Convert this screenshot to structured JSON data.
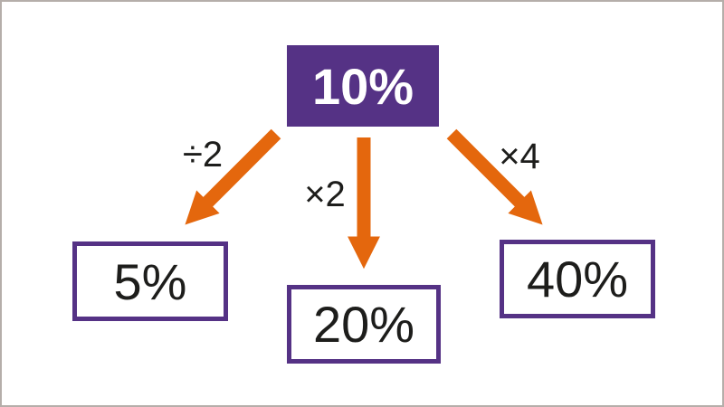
{
  "diagram": {
    "root": {
      "label": "10%"
    },
    "branches": [
      {
        "operation": "÷2",
        "result": "5%"
      },
      {
        "operation": "×2",
        "result": "20%"
      },
      {
        "operation": "×4",
        "result": "40%"
      }
    ],
    "colors": {
      "purple": "#553285",
      "orange": "#e4670d",
      "text": "#1d1d1b",
      "root_text": "#ffffff",
      "frame_border": "#b5aeaa",
      "background": "#ffffff"
    }
  }
}
